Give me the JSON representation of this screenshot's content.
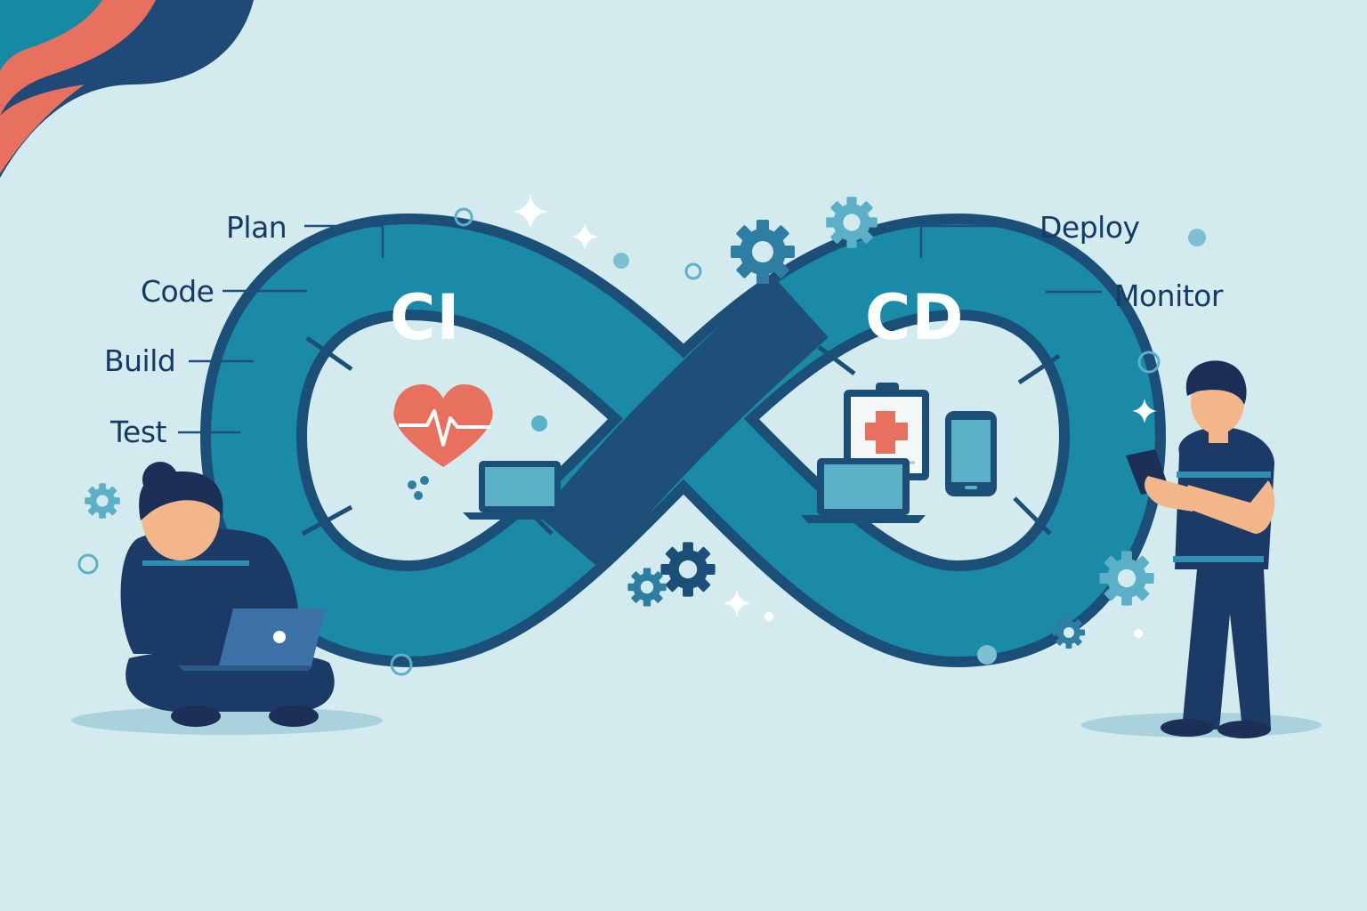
{
  "diagram": {
    "loop_left": "CI",
    "loop_right": "CD",
    "ci_stages": [
      "Plan",
      "Code",
      "Build",
      "Test"
    ],
    "cd_stages": [
      "Deploy",
      "Monitor"
    ]
  },
  "colors": {
    "background": "#d3ebee",
    "loop_teal": "#1a8aa6",
    "loop_navy": "#1c4f78",
    "text_navy": "#153a64",
    "accent_coral": "#e8705e",
    "gear_blue": "#2e7ea3",
    "gear_light": "#5bb0c8"
  },
  "icons": [
    "heart-pulse-icon",
    "laptop-icon",
    "clipboard-medical-icon",
    "smartphone-icon",
    "tablet-icon",
    "gear-icon",
    "sparkle-icon"
  ]
}
